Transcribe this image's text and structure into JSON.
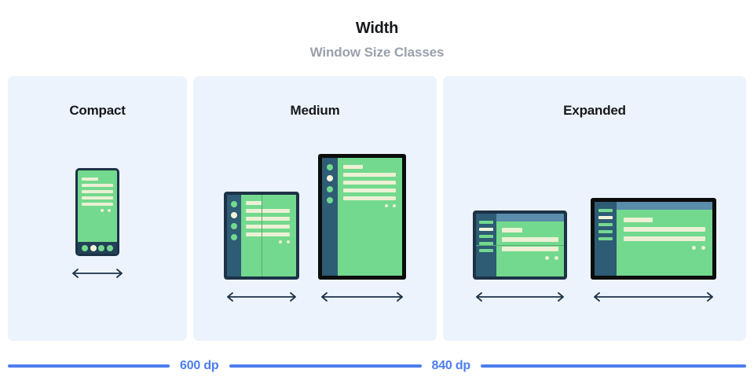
{
  "header": {
    "title": "Width",
    "subtitle": "Window Size Classes"
  },
  "panels": [
    {
      "key": "compact",
      "title": "Compact",
      "devices": [
        {
          "name": "phone",
          "frame_color": "#1d3246",
          "screen_color": "#73d98e",
          "nav_items": 4,
          "nav_active_index": 1,
          "content_lines": 5,
          "content_dots": 2
        }
      ],
      "arrow_count": 1
    },
    {
      "key": "medium",
      "title": "Medium",
      "devices": [
        {
          "name": "foldable-portrait",
          "frame_color": "#1d3246",
          "screen_color": "#73d98e",
          "rail_items": 4,
          "rail_active_index": 1,
          "content_lines": 5,
          "content_dots": 2,
          "crease": "vertical"
        },
        {
          "name": "tablet-portrait",
          "frame_color": "#0c0c0c",
          "screen_color": "#73d98e",
          "rail_items": 4,
          "rail_active_index": 1,
          "content_lines": 5,
          "content_dots": 2,
          "crease": "none"
        }
      ],
      "arrow_count": 2
    },
    {
      "key": "expanded",
      "title": "Expanded",
      "devices": [
        {
          "name": "foldable-landscape",
          "frame_color": "#1d3246",
          "screen_color": "#73d98e",
          "rail_items": 5,
          "rail_active_index": 1,
          "content_lines": 3,
          "content_dots": 2,
          "topbar_color": "#5a8cab",
          "crease": "horizontal"
        },
        {
          "name": "tablet-landscape",
          "frame_color": "#0c0c0c",
          "screen_color": "#73d98e",
          "rail_items": 5,
          "rail_active_index": 1,
          "content_lines": 3,
          "content_dots": 2,
          "topbar_color": "#5a8cab",
          "crease": "none"
        }
      ],
      "arrow_count": 2
    }
  ],
  "scale": {
    "accent_color": "#4c7df0",
    "breakpoints": [
      {
        "label": "600 dp"
      },
      {
        "label": "840 dp"
      }
    ]
  },
  "colors": {
    "panel_background": "#ecf3fd",
    "page_background": "#ffffff",
    "title_text": "#16181c",
    "subtitle_text": "#9aa0ab",
    "device_green": "#73d98e",
    "device_cream": "#ecf0d4",
    "device_rail": "#2d5c74",
    "device_frame_navy": "#1d3246",
    "device_frame_black": "#0c0c0c",
    "accent_blue": "#4c7df0",
    "arrow_color": "#1d3246"
  },
  "icons": {
    "arrow": "double-arrow-horizontal-icon"
  }
}
